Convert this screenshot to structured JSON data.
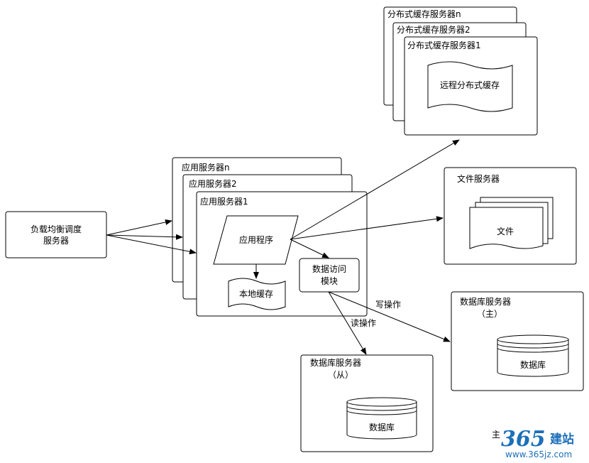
{
  "nodes": {
    "lb": {
      "line1": "负载均衡调度",
      "line2": "服务器"
    },
    "app_servers": {
      "n": "应用服务器n",
      "s2": "应用服务器2",
      "s1": "应用服务器1"
    },
    "app_program": "应用程序",
    "local_cache": "本地缓存",
    "data_access": {
      "line1": "数据访问",
      "line2": "模块"
    },
    "cache_servers": {
      "n": "分布式缓存服务器n",
      "s2": "分布式缓存服务器2",
      "s1": "分布式缓存服务器1"
    },
    "remote_cache": "远程分布式缓存",
    "file_server": "文件服务器",
    "file_doc": "文件",
    "db_master": {
      "title": "数据库服务器",
      "role": "（主）",
      "db": "数据库"
    },
    "db_slave": {
      "title": "数据库服务器",
      "role": "（从）",
      "db": "数据库"
    }
  },
  "edges": {
    "write": "写操作",
    "read": "读操作"
  },
  "watermark": {
    "prefix": "主",
    "brand_num": "365",
    "brand_cn": "建站",
    "url": "www.365jz.com"
  },
  "colors": {
    "line": "#000000",
    "watermark": "#1c6fb9"
  }
}
